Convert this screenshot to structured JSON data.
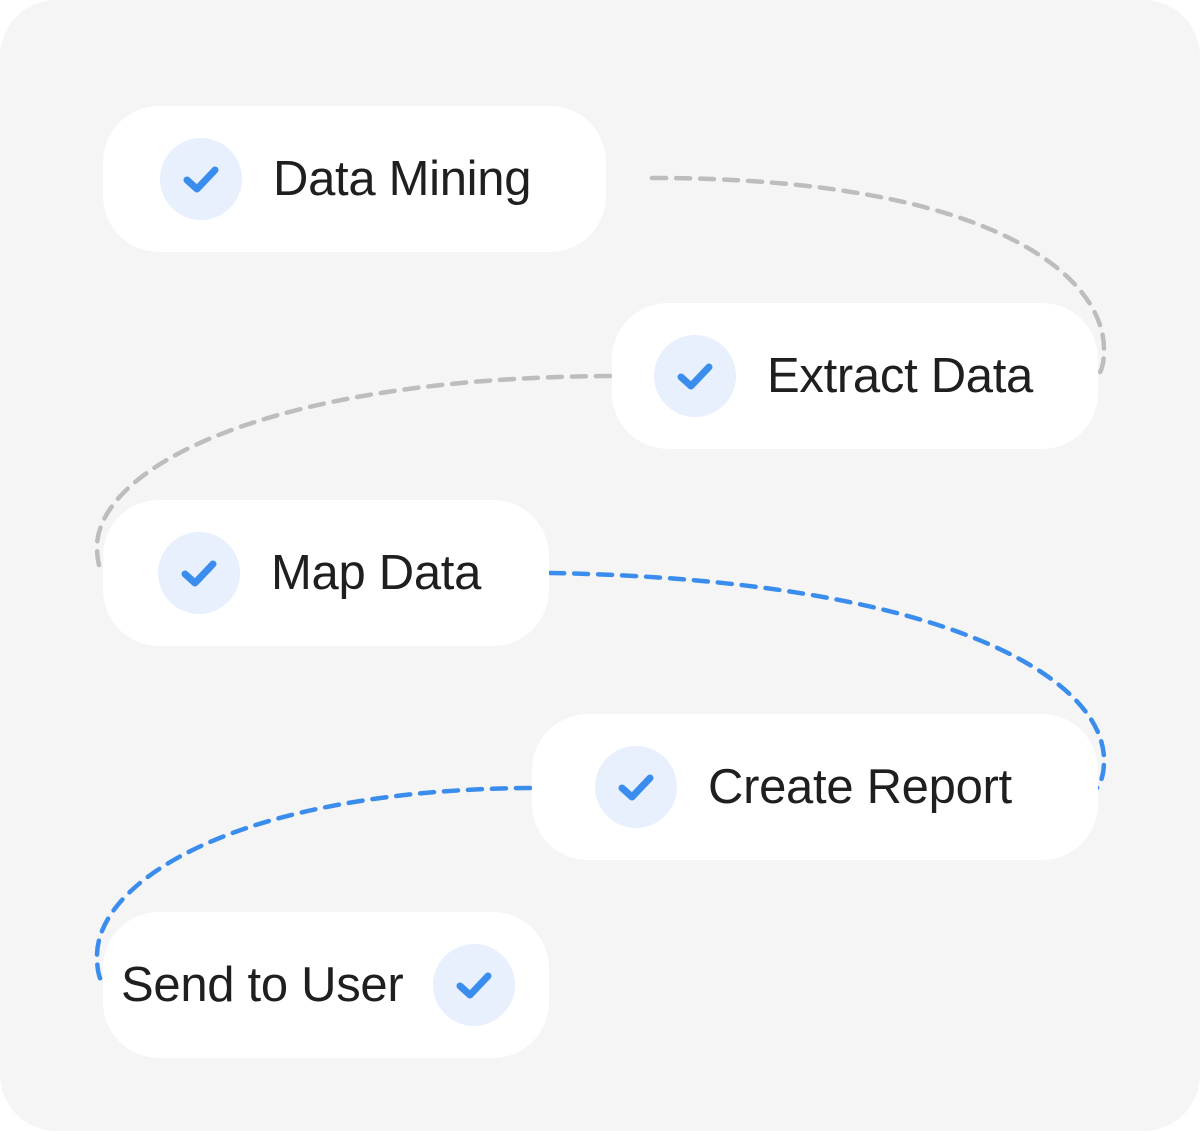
{
  "steps": [
    {
      "label": "Data Mining",
      "icon": "check-icon",
      "status": "done"
    },
    {
      "label": "Extract Data",
      "icon": "check-icon",
      "status": "done"
    },
    {
      "label": "Map Data",
      "icon": "check-icon",
      "status": "done"
    },
    {
      "label": "Create Report",
      "icon": "check-icon",
      "status": "done"
    },
    {
      "label": "Send to User",
      "icon": "check-icon",
      "status": "done"
    }
  ],
  "colors": {
    "background": "#f5f5f5",
    "card": "#ffffff",
    "check_circle": "#e8f0fd",
    "check_mark": "#3b8ded",
    "connector_inactive": "#bdbdbd",
    "connector_active": "#3b8ded",
    "text": "#1f1f1f"
  }
}
